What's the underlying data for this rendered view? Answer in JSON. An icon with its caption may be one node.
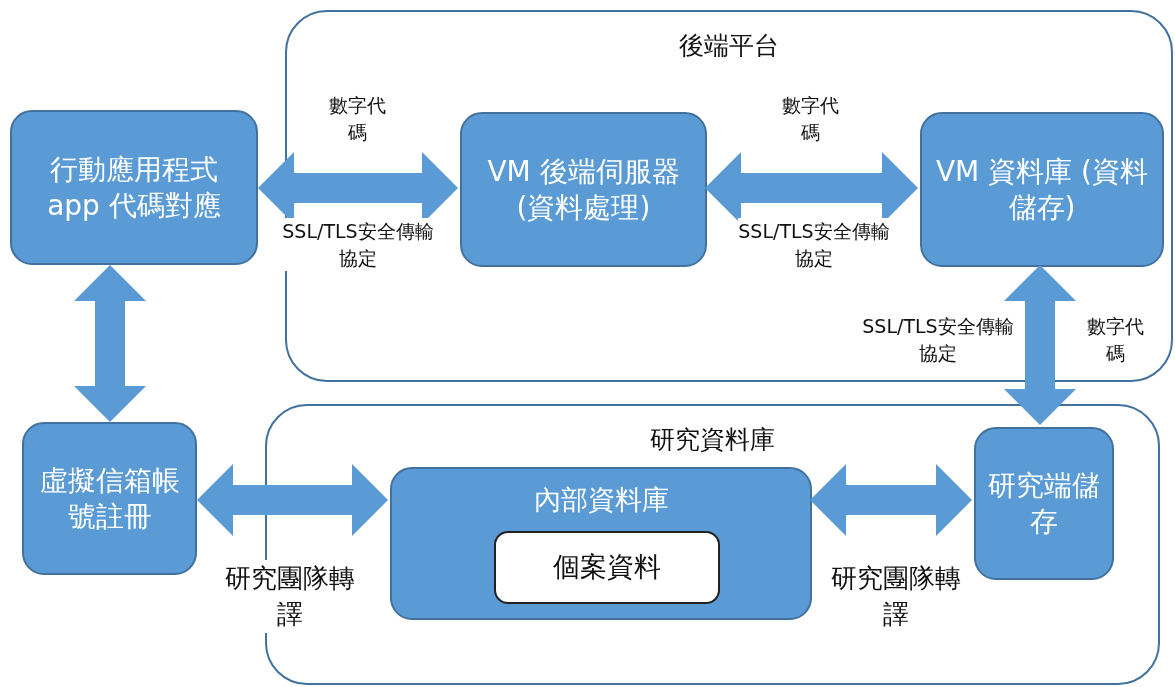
{
  "diagram": {
    "nodes": [
      {
        "text": [
          "後端平台"
        ]
      },
      {
        "text": [
          "行動應用程式 app 代碼對應"
        ]
      },
      {
        "text": [
          "VM 後端伺服器 (資料處理)"
        ],
        "in": 0
      },
      {
        "text": [
          "VM 資料庫 (資料儲存)"
        ],
        "in": 0
      },
      {
        "text": [
          "研究資料庫"
        ]
      },
      {
        "text": [
          "虛擬信箱帳號註冊"
        ]
      },
      {
        "text": [
          "內部資料庫"
        ],
        "in": 4
      },
      {
        "text": [
          "個案資料"
        ],
        "in": 6
      },
      {
        "text": [
          "研究端儲存"
        ],
        "in": 4
      }
    ],
    "edges": [
      {
        "from": 1,
        "to": 2,
        "arrow": "both",
        "label": "數字代碼"
      },
      {
        "from": 2,
        "to": 3,
        "arrow": "both",
        "label": "數字代碼"
      },
      {
        "from": 3,
        "to": 8,
        "arrow": "both",
        "label": "數字代碼"
      },
      {
        "from": 1,
        "to": 5,
        "arrow": "both"
      },
      {
        "from": 5,
        "to": 6,
        "arrow": "both",
        "label": "研究團隊轉譯"
      },
      {
        "from": 6,
        "to": 8,
        "arrow": "both",
        "label": "研究團隊轉譯"
      }
    ],
    "labels": [
      "SSL/TLS安全傳輸協定",
      "SSL/TLS安全傳輸協定",
      "SSL/TLS安全傳輸協定"
    ]
  }
}
